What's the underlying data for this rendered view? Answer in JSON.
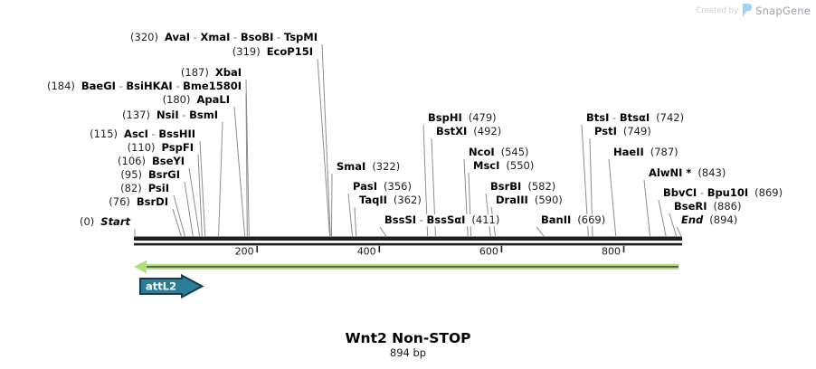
{
  "watermark": {
    "created_by": "Created by",
    "brand": "SnapGene"
  },
  "title": {
    "name": "Wnt2 Non-STOP",
    "length": "894 bp"
  },
  "colors": {
    "bar": "#1f1f1f",
    "connector": "#8d8d8d",
    "region_green": "#b2dd7b",
    "region_core": "#5a614f",
    "feature_teal": "#2b7e97",
    "feature_border": "#16394e",
    "logo_blue": "#9ed3f3"
  },
  "map": {
    "bp_total": 894,
    "ruler_ticks": [
      {
        "bp": 200,
        "label": "200"
      },
      {
        "bp": 400,
        "label": "400"
      },
      {
        "bp": 600,
        "label": "600"
      },
      {
        "bp": 800,
        "label": "800"
      }
    ],
    "features": [
      {
        "label": "attL2"
      }
    ],
    "sites": [
      {
        "pos_label": "(320)",
        "names": [
          "AvaI",
          "XmaI",
          "BsoBI",
          "TspMI"
        ],
        "bp": 320
      },
      {
        "pos_label": "(319)",
        "names": [
          "EcoP15I"
        ],
        "bp": 319
      },
      {
        "pos_label": "(187)",
        "names": [
          "XbaI"
        ],
        "bp": 187
      },
      {
        "pos_label": "(184)",
        "names": [
          "BaeGI",
          "BsiHKAI",
          "Bme1580I"
        ],
        "bp": 184
      },
      {
        "pos_label": "(180)",
        "names": [
          "ApaLI"
        ],
        "bp": 180
      },
      {
        "pos_label": "(137)",
        "names": [
          "NsiI",
          "BsmI"
        ],
        "bp": 137
      },
      {
        "pos_label": "(115)",
        "names": [
          "AscI",
          "BssHII"
        ],
        "bp": 115
      },
      {
        "pos_label": "(110)",
        "names": [
          "PspFI"
        ],
        "bp": 110
      },
      {
        "pos_label": "(106)",
        "names": [
          "BseYI"
        ],
        "bp": 106
      },
      {
        "pos_label": "(95)",
        "names": [
          "BsrGI"
        ],
        "bp": 95
      },
      {
        "pos_label": "(82)",
        "names": [
          "PsiI"
        ],
        "bp": 82
      },
      {
        "pos_label": "(76)",
        "names": [
          "BsrDI"
        ],
        "bp": 76
      },
      {
        "pos_label": "(0)",
        "names": [
          "Start"
        ],
        "bp": 0,
        "italic": true
      },
      {
        "pos_label": "(322)",
        "names": [
          "SmaI"
        ],
        "bp": 322
      },
      {
        "pos_label": "(356)",
        "names": [
          "PasI"
        ],
        "bp": 356
      },
      {
        "pos_label": "(362)",
        "names": [
          "TaqII"
        ],
        "bp": 362
      },
      {
        "pos_label": "(411)",
        "names": [
          "BssSI",
          "BssSαI"
        ],
        "bp": 411
      },
      {
        "pos_label": "(479)",
        "names": [
          "BspHI"
        ],
        "bp": 479
      },
      {
        "pos_label": "(492)",
        "names": [
          "BstXI"
        ],
        "bp": 492
      },
      {
        "pos_label": "(545)",
        "names": [
          "NcoI"
        ],
        "bp": 545
      },
      {
        "pos_label": "(550)",
        "names": [
          "MscI"
        ],
        "bp": 550
      },
      {
        "pos_label": "(582)",
        "names": [
          "BsrBI"
        ],
        "bp": 582
      },
      {
        "pos_label": "(590)",
        "names": [
          "DraIII"
        ],
        "bp": 590
      },
      {
        "pos_label": "(669)",
        "names": [
          "BanII"
        ],
        "bp": 669
      },
      {
        "pos_label": "(742)",
        "names": [
          "BtsI",
          "BtsαI"
        ],
        "bp": 742
      },
      {
        "pos_label": "(749)",
        "names": [
          "PstI"
        ],
        "bp": 749
      },
      {
        "pos_label": "(787)",
        "names": [
          "HaeII"
        ],
        "bp": 787
      },
      {
        "pos_label": "(843)",
        "names": [
          "AlwNI *"
        ],
        "bp": 843
      },
      {
        "pos_label": "(869)",
        "names": [
          "BbvCI",
          "Bpu10I"
        ],
        "bp": 869
      },
      {
        "pos_label": "(886)",
        "names": [
          "BseRI"
        ],
        "bp": 886
      },
      {
        "pos_label": "(894)",
        "names": [
          "End"
        ],
        "bp": 894,
        "italic": true
      }
    ]
  }
}
